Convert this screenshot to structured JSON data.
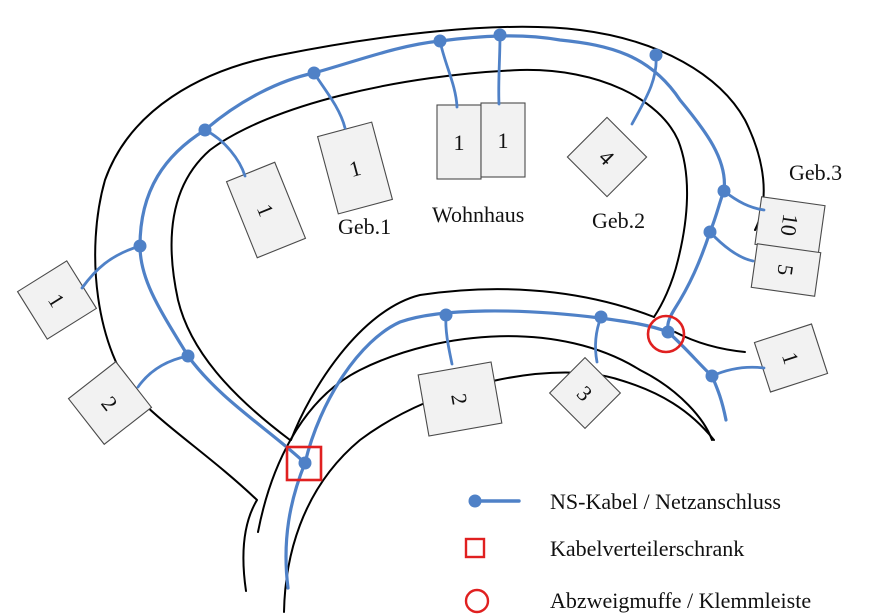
{
  "colors": {
    "cable": "#4f81c7",
    "marker": "#e02020",
    "building_fill": "#f2f2f2",
    "road": "#000000"
  },
  "buildings": [
    {
      "id": "b-left-1",
      "number": "1"
    },
    {
      "id": "b-left-2",
      "number": "2"
    },
    {
      "id": "b-inner-1a",
      "number": "1"
    },
    {
      "id": "b-geb1",
      "number": "1"
    },
    {
      "id": "b-wohn-left",
      "number": "1"
    },
    {
      "id": "b-wohn-right",
      "number": "1"
    },
    {
      "id": "b-geb2",
      "number": "4"
    },
    {
      "id": "b-geb3-top",
      "number": "10"
    },
    {
      "id": "b-geb3-bottom",
      "number": "5"
    },
    {
      "id": "b-right-1",
      "number": "1"
    },
    {
      "id": "b-lower-2",
      "number": "2"
    },
    {
      "id": "b-lower-3",
      "number": "3"
    }
  ],
  "labels": {
    "geb1": "Geb.1",
    "wohnhaus": "Wohnhaus",
    "geb2": "Geb.2",
    "geb3": "Geb.3"
  },
  "legend": {
    "cable": "NS-Kabel / Netzanschluss",
    "cabinet": "Kabelverteilerschrank",
    "junction": "Abzweigmuffe / Klemmleiste"
  }
}
